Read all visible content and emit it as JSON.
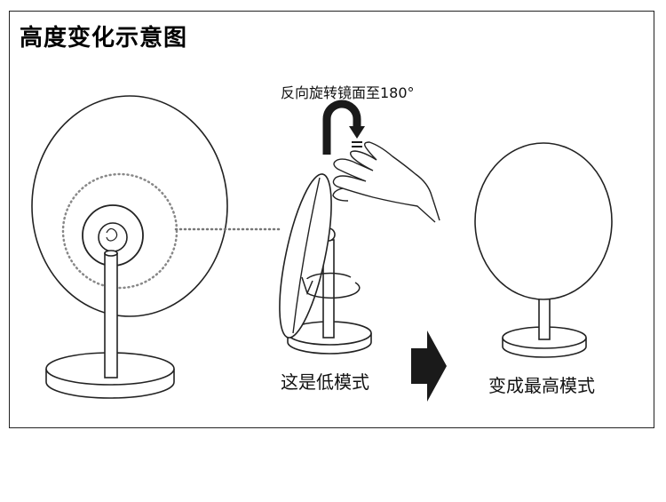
{
  "title": "高度变化示意图",
  "labels": {
    "rotate_instruction": "反向旋转镜面至180°",
    "low_mode": "这是低模式",
    "high_mode": "变成最高模式"
  },
  "colors": {
    "stroke": "#222222",
    "dots": "#9a9a9a",
    "arrow_fill": "#1a1a1a"
  },
  "icons": {
    "rotate_arrow": "u-turn-arrow-icon",
    "hand": "hand-icon",
    "transition_arrow": "right-arrow-icon",
    "swivel": "rotation-icon"
  }
}
